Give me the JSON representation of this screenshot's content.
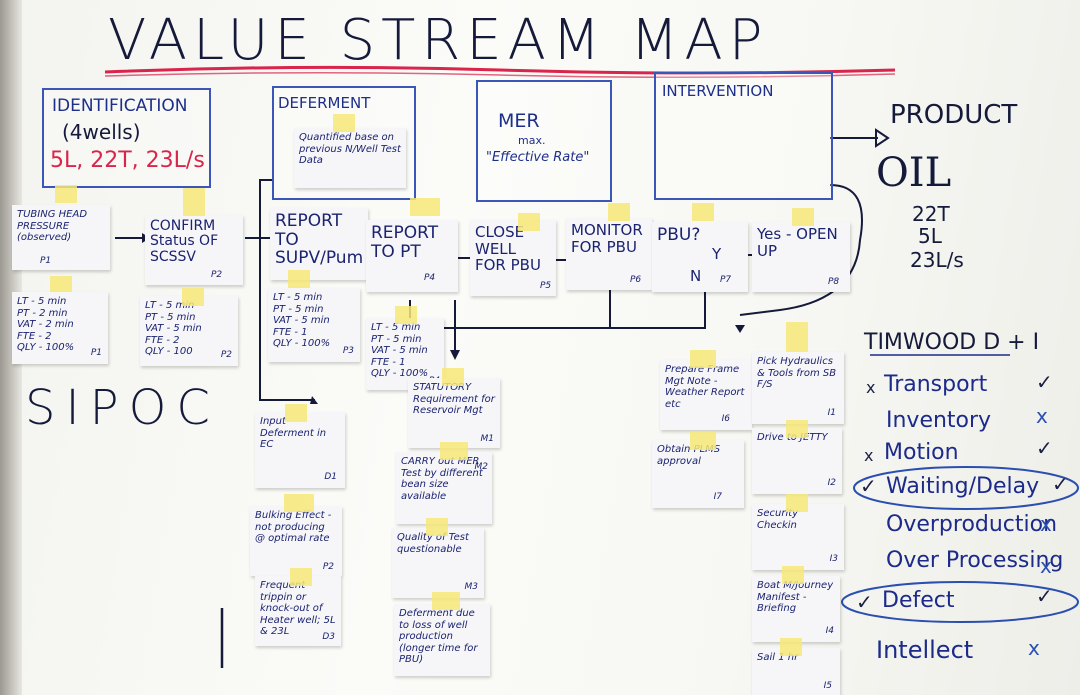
{
  "title": "VALUE STREAM MAP",
  "sipoc": "SIPOC",
  "colors": {
    "marker_blue": "#3a56b8",
    "marker_red": "#d9244b",
    "sticky_tape": "#f6e878",
    "ink_black": "#151a3a"
  },
  "boxes": {
    "identification": {
      "label": "IDENTIFICATION",
      "sub": "(4wells)",
      "values": "5L, 22T, 23L/s"
    },
    "deferment": {
      "label": "DEFERMENT",
      "text": "Quantified base on previous N/Well Test Data"
    },
    "mer": {
      "label": "MER",
      "sub": "max.",
      "text": "\"Effective Rate\""
    },
    "intervention": {
      "label": "INTERVENTION"
    }
  },
  "product": {
    "label": "PRODUCT",
    "type": "OIL",
    "counts": [
      "22T",
      "5L",
      "23L/s"
    ]
  },
  "process": [
    {
      "text": "TUBING HEAD PRESSURE (observed)",
      "code": "P1"
    },
    {
      "text": "CONFIRM Status OF SCSSV",
      "code": "P2"
    },
    {
      "text": "REPORT TO SUPV/Pum",
      "code": ""
    },
    {
      "text": "REPORT TO PT",
      "code": "P4"
    },
    {
      "text": "CLOSE WELL FOR PBU",
      "code": "P5"
    },
    {
      "text": "MONITOR FOR PBU",
      "code": "P6"
    },
    {
      "text": "PBU?",
      "yes": "Y",
      "no": "N",
      "code": "P7"
    },
    {
      "text": "Yes - OPEN UP",
      "code": "P8"
    }
  ],
  "metrics": [
    {
      "lines": [
        "LT - 5 min",
        "PT - 2 min",
        "VAT - 2 min",
        "FTE - 2",
        "QLY - 100%"
      ],
      "code": "P1"
    },
    {
      "lines": [
        "LT - 5 min",
        "PT - 5 min",
        "VAT - 5 min",
        "FTE - 2",
        "QLY - 100"
      ],
      "code": "P2"
    },
    {
      "lines": [
        "LT - 5 min",
        "PT - 5 min",
        "VAT - 5 min",
        "FTE - 1",
        "QLY - 100%"
      ],
      "code": "P3"
    },
    {
      "lines": [
        "LT - 5 min",
        "PT - 5 min",
        "VAT - 5 min",
        "FTE - 1",
        "QLY - 100%"
      ],
      "code": "P4"
    }
  ],
  "issue_notes": [
    {
      "text": "Input Deferment in EC",
      "code": "D1"
    },
    {
      "text": "Bulking Effect - not producing @ optimal rate",
      "code": "P2"
    },
    {
      "text": "Frequent trippin or knock-out of Heater well; 5L & 23L",
      "code": "D3"
    },
    {
      "text": "STATUTORY Requirement for Reservoir Mgt",
      "code": "M1"
    },
    {
      "text": "CARRY out MER Test by different bean size available",
      "code": "M2"
    },
    {
      "text": "Quality of Test questionable",
      "code": "M3"
    },
    {
      "text": "Deferment due to loss of well production (longer time for PBU)",
      "code": ""
    },
    {
      "text": "Prepare Frame Mgt Note - Weather Report etc",
      "code": "I6"
    },
    {
      "text": "Obtain PLMS approval",
      "code": "I7"
    },
    {
      "text": "Pick Hydraulics & Tools from SB F/S",
      "code": "I1"
    },
    {
      "text": "Drive to JETTY",
      "code": "I2"
    },
    {
      "text": "Security Checkin",
      "code": "I3"
    },
    {
      "text": "Boat M/Journey Manifest - Briefing",
      "code": "I4"
    },
    {
      "text": "Sail 1 hr",
      "code": "I5"
    }
  ],
  "timwood": {
    "heading": "TIMWOOD D + I",
    "items": [
      {
        "label": "Transport",
        "prefix": "x",
        "mark": "✓"
      },
      {
        "label": "Inventory",
        "prefix": "",
        "mark": "x"
      },
      {
        "label": "Motion",
        "prefix": "x",
        "mark": "✓"
      },
      {
        "label": "Waiting/Delay",
        "prefix": "✓",
        "mark": "✓"
      },
      {
        "label": "Overproduction",
        "prefix": "",
        "mark": "x"
      },
      {
        "label": "Over Processing",
        "prefix": "",
        "mark": "x"
      },
      {
        "label": "Defect",
        "prefix": "✓",
        "mark": "✓"
      },
      {
        "label": "Intellect",
        "prefix": "",
        "mark": "x"
      }
    ]
  }
}
